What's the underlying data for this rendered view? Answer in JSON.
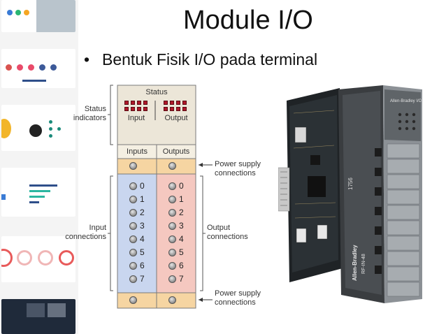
{
  "slide": {
    "title": "Module I/O",
    "bullet_mark": "•",
    "bullet": "Bentuk Fisik I/O pada terminal"
  },
  "diagram": {
    "status_header": "Status",
    "status_input": "Input",
    "status_output": "Output",
    "inputs_header": "Inputs",
    "outputs_header": "Outputs",
    "status_indicators_line1": "Status",
    "status_indicators_line2": "indicators",
    "input_connections_line1": "Input",
    "input_connections_line2": "connections",
    "output_connections_line1": "Output",
    "output_connections_line2": "connections",
    "power_top_line1": "Power supply",
    "power_top_line2": "connections",
    "power_bottom_line1": "Power supply",
    "power_bottom_line2": "connections",
    "terminals": [
      "0",
      "1",
      "2",
      "3",
      "4",
      "5",
      "6",
      "7"
    ],
    "colors": {
      "status_bg": "#ece6d8",
      "header_bg": "#f4efe2",
      "input_col": "#c9d6ef",
      "output_col": "#f5c8c0",
      "power_row": "#f6d5a2",
      "led": "#b0182a"
    }
  },
  "module_photo": {
    "top_label": "Allen-Bradley I/O",
    "mid_label": "1756",
    "side_label": "Allen-Bradley",
    "model_label": "RF-IN-48"
  }
}
